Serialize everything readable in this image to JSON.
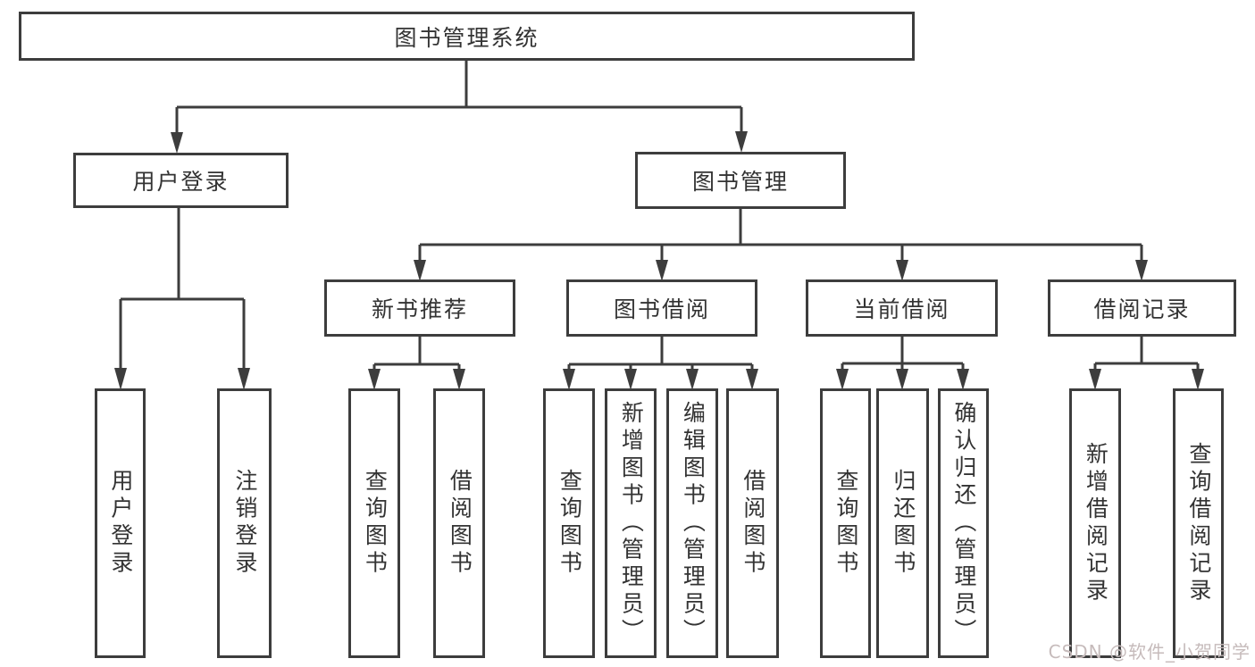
{
  "tree": {
    "label": "图书管理系统",
    "children": [
      {
        "label": "用户登录",
        "children": [
          {
            "label": "用户登录"
          },
          {
            "label": "注销登录"
          }
        ]
      },
      {
        "label": "图书管理",
        "children": [
          {
            "label": "新书推荐",
            "children": [
              {
                "label": "查询图书"
              },
              {
                "label": "借阅图书"
              }
            ]
          },
          {
            "label": "图书借阅",
            "children": [
              {
                "label": "查询图书"
              },
              {
                "label": "新增图书（管理员）"
              },
              {
                "label": "编辑图书（管理员）"
              },
              {
                "label": "借阅图书"
              }
            ]
          },
          {
            "label": "当前借阅",
            "children": [
              {
                "label": "查询图书"
              },
              {
                "label": "归还图书"
              },
              {
                "label": "确认归还（管理员）"
              }
            ]
          },
          {
            "label": "借阅记录",
            "children": [
              {
                "label": "新增借阅记录"
              },
              {
                "label": "查询借阅记录"
              }
            ]
          }
        ]
      }
    ]
  },
  "watermark": {
    "text": "CSDN @软件_小贺同学"
  },
  "colors": {
    "line": "#3d3d3d",
    "text": "#333333",
    "background": "#ffffff",
    "watermark": "#c6bbbb"
  }
}
